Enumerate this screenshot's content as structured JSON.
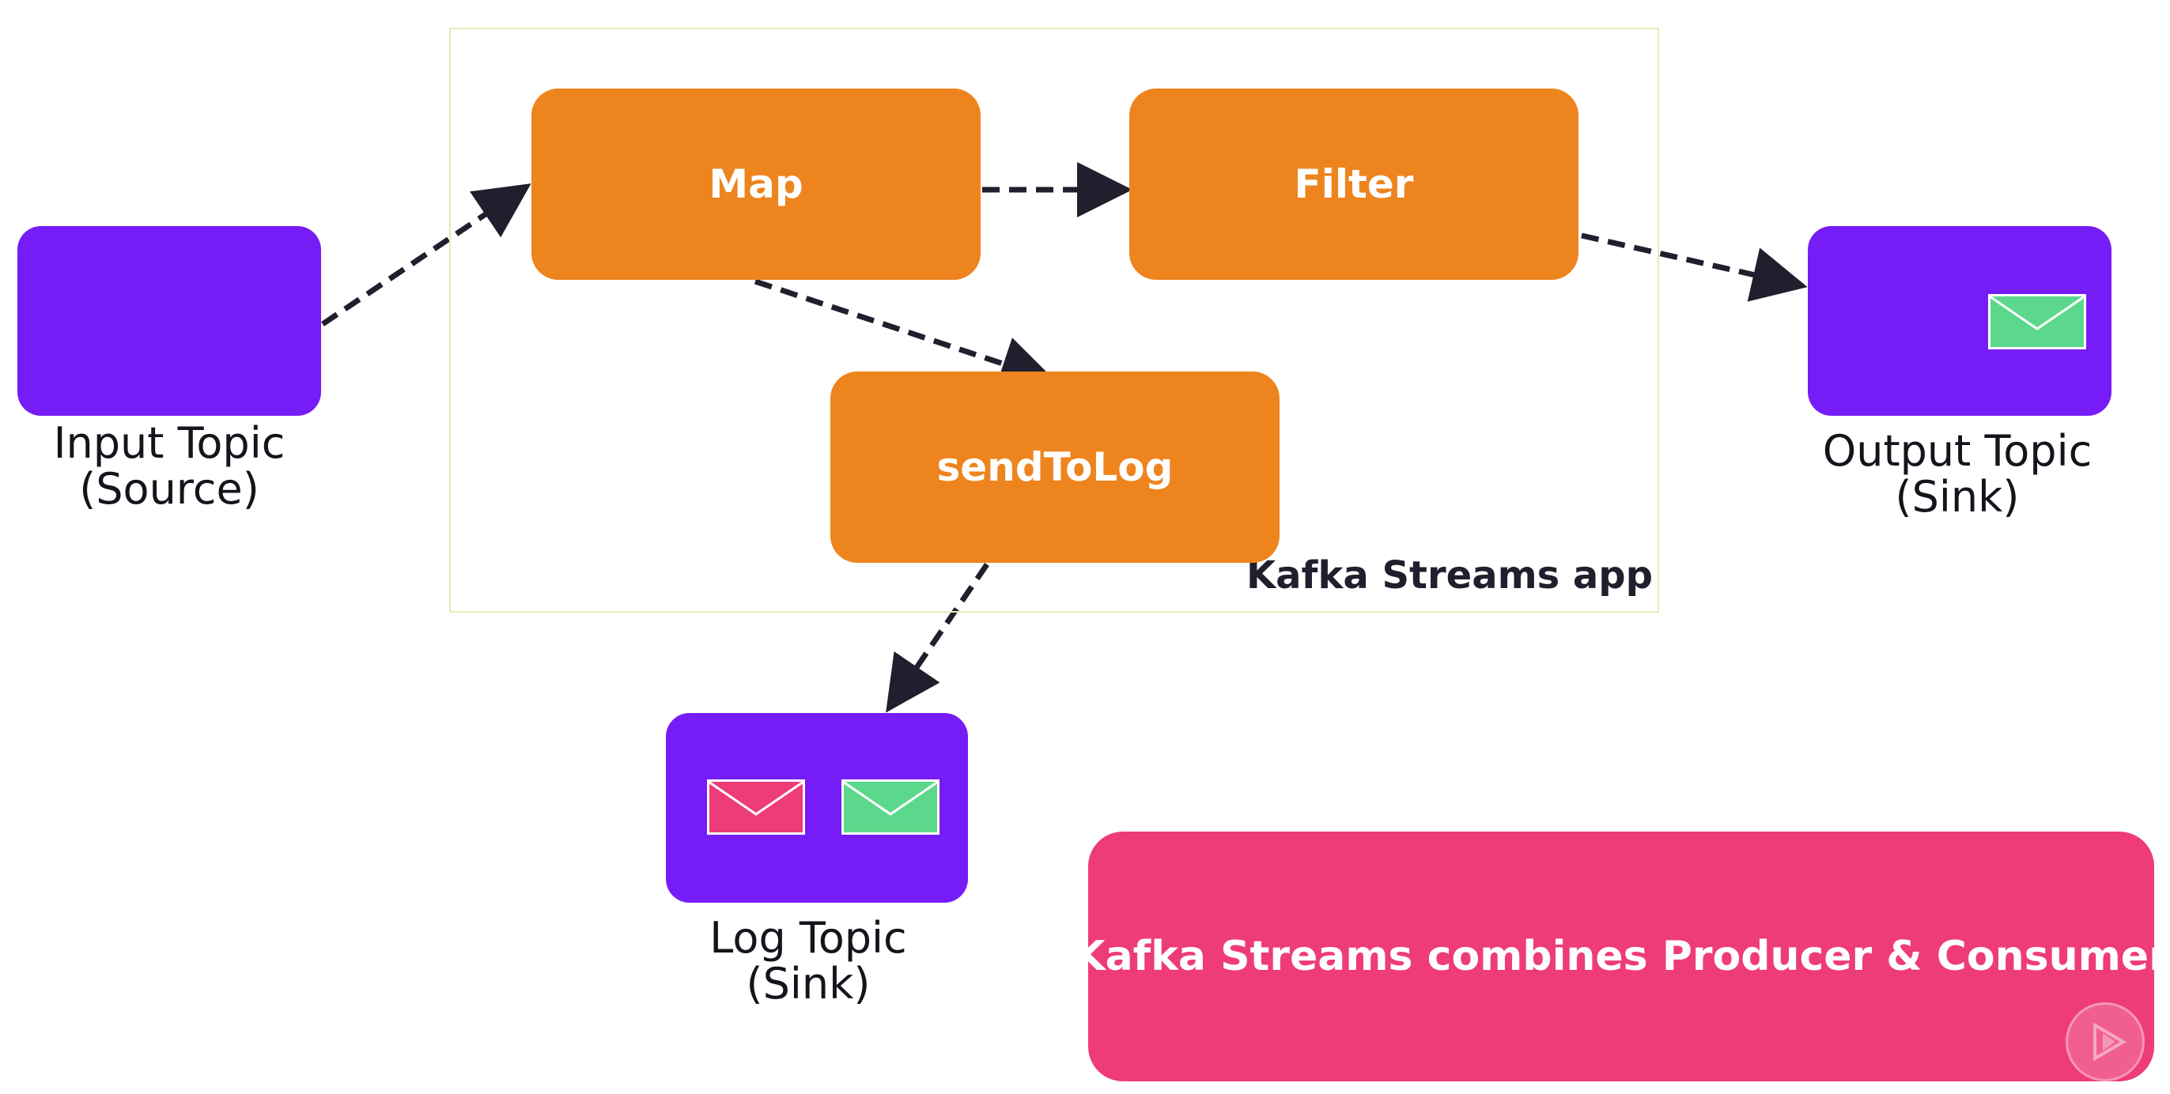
{
  "diagram": {
    "app_label": "Kafka Streams app",
    "processors": {
      "map": "Map",
      "filter": "Filter",
      "send_to_log": "sendToLog"
    },
    "topics": {
      "input": {
        "line1": "Input Topic",
        "line2": "(Source)"
      },
      "output": {
        "line1": "Output Topic",
        "line2": "(Sink)"
      },
      "log": {
        "line1": "Log Topic",
        "line2": "(Sink)"
      }
    },
    "callout": "Kafka Streams combines Producer & Consumer",
    "colors": {
      "processor": "#ee841e",
      "topic": "#761cf6",
      "callout": "#ee3c78",
      "message_green": "#5cd88c",
      "message_pink": "#ee3c78",
      "arrow": "#1f1f2e"
    },
    "icons": {
      "message": "envelope-icon",
      "badge": "play-icon"
    }
  }
}
